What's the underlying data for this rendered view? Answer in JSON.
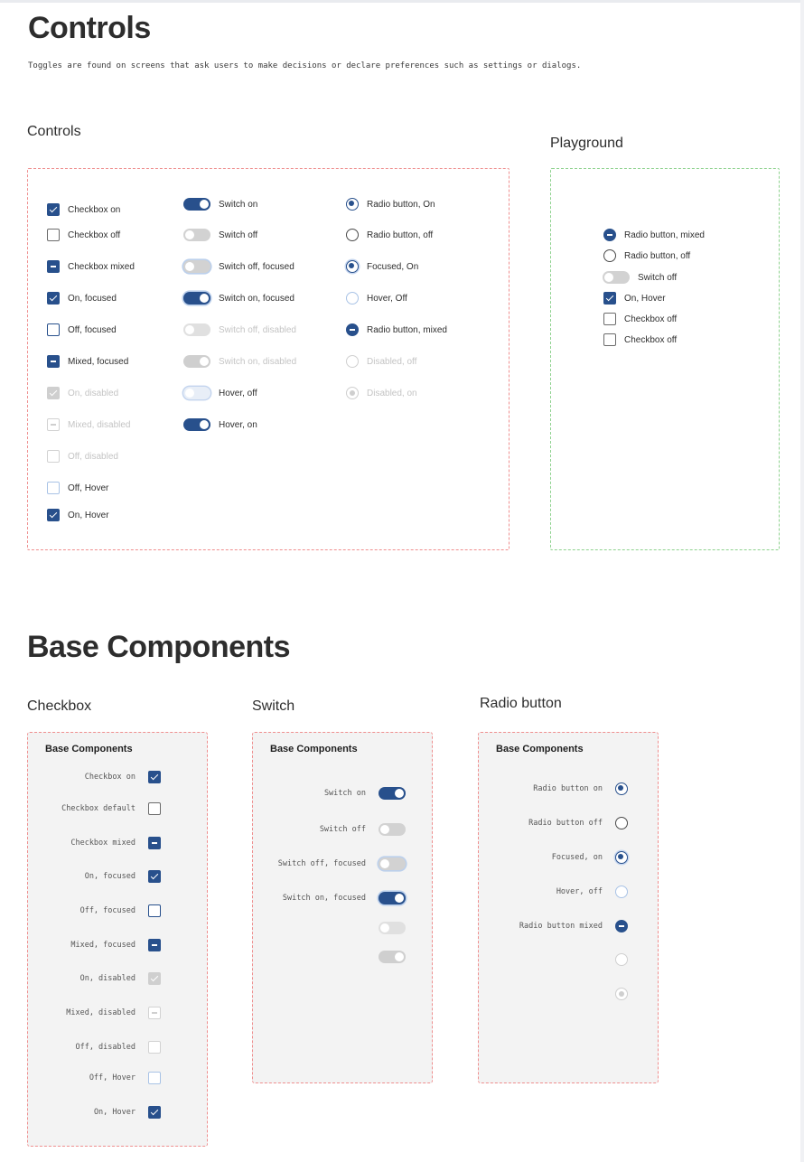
{
  "page": {
    "title": "Controls",
    "description": "Toggles are found on screens that ask users to make decisions or declare preferences such as settings or dialogs."
  },
  "controls": {
    "heading": "Controls",
    "checkboxes": [
      {
        "label": "Checkbox on",
        "state": "on"
      },
      {
        "label": "Checkbox off",
        "state": "off"
      },
      {
        "label": "Checkbox mixed",
        "state": "mixed"
      },
      {
        "label": "On, focused",
        "state": "on-focused"
      },
      {
        "label": "Off, focused",
        "state": "off-focused"
      },
      {
        "label": "Mixed, focused",
        "state": "mixed-focused"
      },
      {
        "label": "On, disabled",
        "state": "on-disabled"
      },
      {
        "label": "Mixed, disabled",
        "state": "mixed-disabled"
      },
      {
        "label": "Off, disabled",
        "state": "off-disabled"
      },
      {
        "label": "Off, Hover",
        "state": "off-hover"
      },
      {
        "label": "On, Hover",
        "state": "on-hover"
      }
    ],
    "switches": [
      {
        "label": "Switch on",
        "state": "on"
      },
      {
        "label": "Switch off",
        "state": "off"
      },
      {
        "label": "Switch off, focused",
        "state": "off-focused"
      },
      {
        "label": "Switch on, focused",
        "state": "on-focused"
      },
      {
        "label": "Switch off, disabled",
        "state": "off-disabled"
      },
      {
        "label": "Switch on, disabled",
        "state": "on-disabled"
      },
      {
        "label": "Hover, off",
        "state": "off-hover"
      },
      {
        "label": "Hover, on",
        "state": "on-hover"
      }
    ],
    "radios": [
      {
        "label": "Radio button, On",
        "state": "on"
      },
      {
        "label": "Radio button, off",
        "state": "off"
      },
      {
        "label": "Focused, On",
        "state": "on-focused"
      },
      {
        "label": "Hover, Off",
        "state": "off-hover"
      },
      {
        "label": "Radio button, mixed",
        "state": "mixed"
      },
      {
        "label": "Disabled, off",
        "state": "off-disabled"
      },
      {
        "label": "Disabled, on",
        "state": "on-disabled"
      }
    ]
  },
  "playground": {
    "heading": "Playground",
    "items": [
      {
        "label": "Radio button, mixed",
        "kind": "radio",
        "state": "mixed"
      },
      {
        "label": "Radio button, off",
        "kind": "radio",
        "state": "off"
      },
      {
        "label": "Switch off",
        "kind": "switch",
        "state": "off"
      },
      {
        "label": "On, Hover",
        "kind": "checkbox",
        "state": "on-hover"
      },
      {
        "label": "Checkbox off",
        "kind": "checkbox",
        "state": "off"
      },
      {
        "label": "Checkbox off",
        "kind": "checkbox",
        "state": "off"
      }
    ]
  },
  "base": {
    "heading": "Base Components",
    "card_title": "Base Components",
    "checkbox": {
      "heading": "Checkbox",
      "items": [
        {
          "label": "Checkbox on",
          "state": "on"
        },
        {
          "label": "Checkbox default",
          "state": "off"
        },
        {
          "label": "Checkbox mixed",
          "state": "mixed"
        },
        {
          "label": "On, focused",
          "state": "on-focused"
        },
        {
          "label": "Off, focused",
          "state": "off-focused"
        },
        {
          "label": "Mixed, focused",
          "state": "mixed-focused"
        },
        {
          "label": "On, disabled",
          "state": "on-disabled"
        },
        {
          "label": "Mixed, disabled",
          "state": "mixed-disabled"
        },
        {
          "label": "Off, disabled",
          "state": "off-disabled"
        },
        {
          "label": "Off, Hover",
          "state": "off-hover"
        },
        {
          "label": "On, Hover",
          "state": "on-hover"
        }
      ]
    },
    "switch": {
      "heading": "Switch",
      "items": [
        {
          "label": "Switch on",
          "state": "on"
        },
        {
          "label": "Switch off",
          "state": "off"
        },
        {
          "label": "Switch off, focused",
          "state": "off-focused"
        },
        {
          "label": "Switch on, focused",
          "state": "on-focused"
        },
        {
          "label": "",
          "state": "off-disabled"
        },
        {
          "label": "",
          "state": "on-disabled"
        }
      ]
    },
    "radio": {
      "heading": "Radio button",
      "items": [
        {
          "label": "Radio button on",
          "state": "on"
        },
        {
          "label": "Radio button off",
          "state": "off"
        },
        {
          "label": "Focused, on",
          "state": "on-focused"
        },
        {
          "label": "Hover, off",
          "state": "off-hover"
        },
        {
          "label": "Radio button mixed",
          "state": "mixed"
        },
        {
          "label": "",
          "state": "off-disabled"
        },
        {
          "label": "",
          "state": "on-disabled"
        }
      ]
    }
  },
  "colors": {
    "accent": "#28508c",
    "controls_border": "#ef8f8f",
    "playground_border": "#8fd28f",
    "card_bg": "#f3f3f3"
  }
}
